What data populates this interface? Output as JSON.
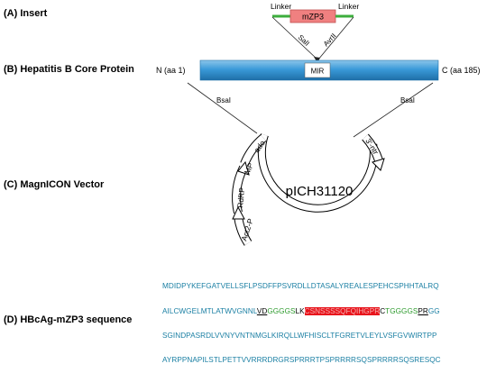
{
  "sections": {
    "insert": "(A) Insert",
    "core": "(B) Hepatitis B Core Protein",
    "vector": "(C) MagnICON Vector",
    "sequence": "(D) HBcAg-mZP3 sequence"
  },
  "insert": {
    "linker_left": "Linker",
    "gene": "mZP3",
    "linker_right": "Linker",
    "site_left": "SalI",
    "site_right": "AvrII"
  },
  "core": {
    "n_label": "N (aa 1)",
    "mir_label": "MIR",
    "c_label": "C (aa 185)"
  },
  "vector": {
    "site_left": "BsaI",
    "site_right": "BsaI",
    "name": "pICH31120",
    "features": [
      "Act2-P",
      "RdRP",
      "MP",
      "ado",
      "3'-ntr"
    ]
  },
  "sequence": {
    "line1": "MDIDPYKEFGATVELLSFLPSDFFPSVRDLLDTASALYREALESPEHCSPHHTALRQ",
    "line2": {
      "a": "AILCWGELMTLATWVGNNL",
      "b": "VD",
      "c": "GGGGS",
      "d": "LK",
      "e": "CSNSSSSQFQIHGPR",
      "f": "C",
      "g": "TGGGGS",
      "h": "PR",
      "i": "GG"
    },
    "line3": "SGINDPASRDLVVNYVNTNMGLKIRQLLWFHISCLTFGRETVLEYLVSFGVWIRTPP",
    "line4": "AYRPPNAPILSTLPETTVVRRRDRGRSPRRRTPSPRRRRSQSPRRRRSQSRESQC"
  },
  "colors": {
    "core_bar": "#3a9ad9",
    "gene_box": "#f08080",
    "linker": "#3cae3c",
    "seq_text": "#1a7fa3",
    "highlight": "#e8141c"
  }
}
